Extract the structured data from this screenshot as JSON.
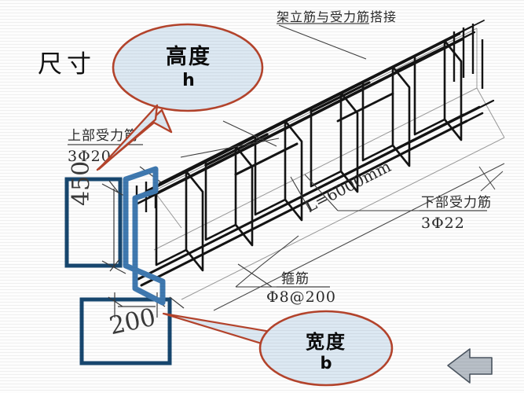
{
  "page": {
    "title": "尺寸",
    "background_color": "#fdfdfd"
  },
  "diagram": {
    "kind": "reinforced-concrete-beam-rebar-cage-isometric",
    "annotations": {
      "top_rebar_label": "上部受力筋",
      "top_rebar_spec": "3Φ20",
      "erection_lap_label": "架立筋与受力筋搭接",
      "bottom_rebar_label": "下部受力筋",
      "bottom_rebar_spec": "3Φ22",
      "stirrup_label": "箍筋",
      "stirrup_spec": "Φ8@200",
      "length_label": "L=6000mm"
    },
    "dimensions": {
      "height_value": "450",
      "width_value": "200"
    }
  },
  "callouts": {
    "height": {
      "label": "高度",
      "variable": "h",
      "fill_color": "#dce8f2",
      "border_color": "#b5442c"
    },
    "width": {
      "label": "宽度",
      "variable": "b",
      "fill_color": "#dce8f2",
      "border_color": "#b5442c"
    }
  },
  "nav": {
    "back_arrow": "back-arrow",
    "arrow_fill": "#b7bec6",
    "arrow_border": "#4b5560"
  },
  "colors": {
    "dimension_box_border": "#17476f",
    "highlight_stirrup": "#3f79b0",
    "rebar_line": "#1c1c1c",
    "leader_line": "#3d3d3d",
    "callout_pointer": "#c1482a"
  }
}
